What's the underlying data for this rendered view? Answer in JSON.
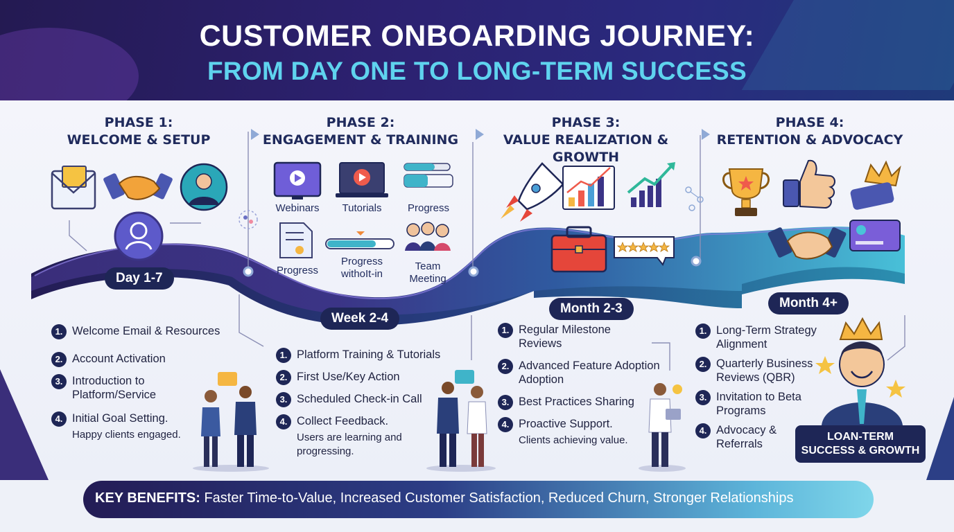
{
  "header": {
    "title": "CUSTOMER ONBOARDING JOURNEY:",
    "subtitle": "FROM DAY ONE TO LONG-TERM SUCCESS"
  },
  "phases": [
    {
      "heading": "PHASE 1:",
      "name": "WELCOME & SETUP",
      "timeframe": "Day 1-7",
      "icons": [
        "envelope-icon",
        "handshake-icon",
        "user-avatar-icon",
        "profile-icon"
      ],
      "steps": [
        {
          "num": "1.",
          "text": "Welcome Email & Resources"
        },
        {
          "num": "2.",
          "text": "Account Activation"
        },
        {
          "num": "3.",
          "text": "Introduction to Platform/Service"
        },
        {
          "num": "4.",
          "text": "Initial Goal Setting.",
          "note": "Happy clients engaged."
        }
      ]
    },
    {
      "heading": "PHASE 2:",
      "name": "ENGAGEMENT & TRAINING",
      "timeframe": "Week 2-4",
      "icon_labels": [
        "Webinars",
        "Tutorials",
        "Progress",
        "Progress",
        "Progress withoIt-in",
        "Team Meeting"
      ],
      "steps": [
        {
          "num": "1.",
          "text": "Platform Training & Tutorials"
        },
        {
          "num": "2.",
          "text": "First Use/Key Action"
        },
        {
          "num": "3.",
          "text": "Scheduled Check-in Call"
        },
        {
          "num": "4.",
          "text": "Collect Feedback.",
          "note": "Users are learning and progressing."
        }
      ]
    },
    {
      "heading": "PHASE 3:",
      "name": "VALUE REALIZATION & GROWTH",
      "timeframe": "Month 2-3",
      "icons": [
        "rocket-icon",
        "bar-chart-icon",
        "growth-chart-icon",
        "toolbox-icon",
        "star-rating-icon"
      ],
      "steps": [
        {
          "num": "1.",
          "text": "Regular Milestone Reviews"
        },
        {
          "num": "2.",
          "text": "Advanced Feature Adoption Adoption"
        },
        {
          "num": "3.",
          "text": "Best Practices Sharing"
        },
        {
          "num": "4.",
          "text": "Proactive Support.",
          "note": "Clients achieving value."
        }
      ]
    },
    {
      "heading": "PHASE 4:",
      "name": "RETENTION & ADVOCACY",
      "timeframe": "Month 4+",
      "icons": [
        "trophy-icon",
        "thumbs-up-icon",
        "crown-icon",
        "handshake-icon",
        "credit-card-icon"
      ],
      "steps": [
        {
          "num": "1.",
          "text": "Long-Term Strategy Alignment"
        },
        {
          "num": "2.",
          "text": "Quarterly Business Reviews (QBR)"
        },
        {
          "num": "3.",
          "text": "Invitation to Beta Programs"
        },
        {
          "num": "4.",
          "text": "Advocacy & Referrals"
        }
      ]
    }
  ],
  "final_badge": {
    "line1": "LOAN-TERM",
    "line2": "SUCCESS & GROWTH"
  },
  "footer": {
    "label": "KEY BENEFITS:",
    "text": "Faster Time-to-Value, Increased Customer Satisfaction, Reduced Churn, Stronger Relationships"
  },
  "colors": {
    "header_bg": "#2c2170",
    "subtitle": "#5fd3ee",
    "navy": "#1e2656",
    "road_purple": "#3b3486",
    "road_teal": "#3aa9c9"
  }
}
